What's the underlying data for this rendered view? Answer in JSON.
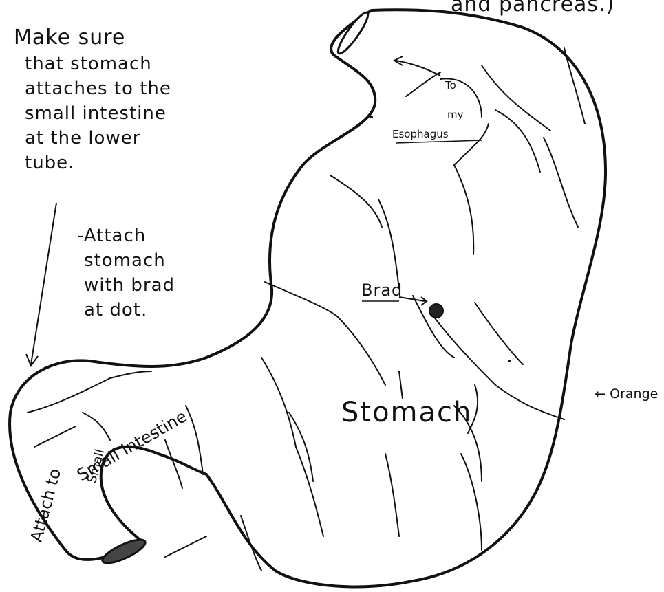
{
  "header_fragment": "and pancreas.)",
  "instruction_1": [
    "Make sure",
    "that stomach",
    "attaches to the",
    "small intestine",
    "at the lower",
    "tube."
  ],
  "instruction_2": [
    "-Attach",
    "stomach",
    "with brad",
    "at dot."
  ],
  "labels": {
    "esophagus_1": "To",
    "esophagus_2": "my",
    "esophagus_3": "Esophagus",
    "brad": "Brad",
    "stomach": "Stomach",
    "orange": "Orange",
    "intestine_1": "Attach to",
    "intestine_2": "Small Intestine",
    "intestine_3": "Small"
  },
  "colors": {
    "ink": "#111111",
    "paper": "#ffffff"
  }
}
